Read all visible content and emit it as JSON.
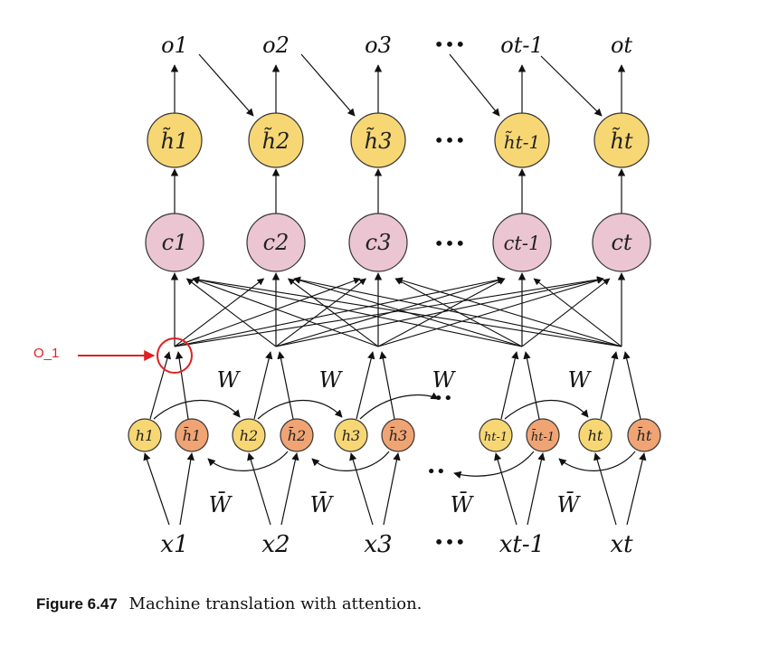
{
  "outputs": [
    "o1",
    "o2",
    "o3",
    "ot-1",
    "ot"
  ],
  "decoder_hidden": [
    "h̃1",
    "h̃2",
    "h̃3",
    "h̃t-1",
    "h̃t"
  ],
  "contexts": [
    "c1",
    "c2",
    "c3",
    "ct-1",
    "ct"
  ],
  "encoder_forward": [
    "h1",
    "h2",
    "h3",
    "ht-1",
    "ht"
  ],
  "encoder_backward": [
    "h̄1",
    "h̄2",
    "h̄3",
    "h̄t-1",
    "h̄t"
  ],
  "inputs": [
    "x1",
    "x2",
    "x3",
    "xt-1",
    "xt"
  ],
  "weight_forward": "W",
  "weight_backward": "W̄",
  "ellipsis": "•••",
  "annotation": {
    "label": "O_1",
    "color": "#e02020"
  },
  "caption": {
    "figure": "Figure 6.47",
    "text": "Machine translation with attention."
  },
  "colors": {
    "decoder": "#f7d774",
    "context": "#ebc5d2",
    "forward": "#f7d774",
    "backward": "#f0a474"
  }
}
